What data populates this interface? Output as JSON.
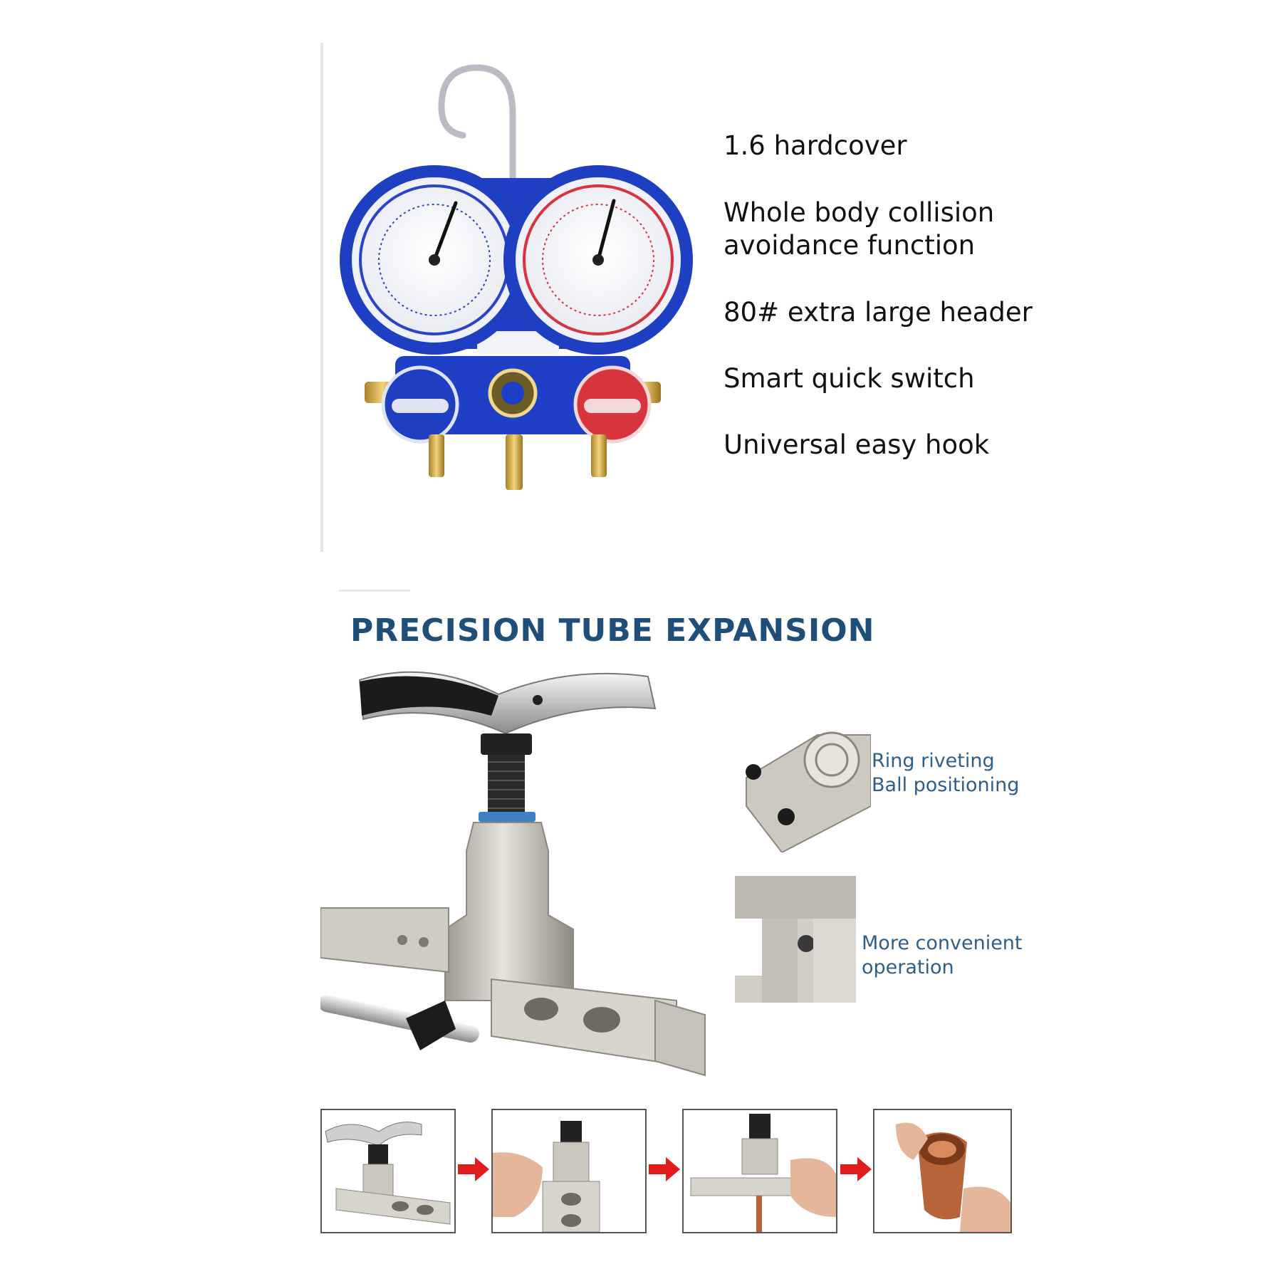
{
  "features": [
    "1.6 hardcover",
    "Whole body collision avoidance function",
    "80# extra large header",
    "Smart quick switch",
    "Universal easy hook"
  ],
  "section_title": "PRECISION TUBE EXPANSION",
  "callouts": {
    "ring": "Ring riveting\nBall positioning",
    "convenient": "More convenient\n operation"
  },
  "colors": {
    "gauge_blue": "#1e3fc2",
    "gauge_red": "#d8343e",
    "heading_blue": "#1f4e79",
    "caption_blue": "#2e5f8a",
    "arrow_red": "#e21b1b",
    "steel": "#c9c5bd",
    "copper": "#b8643a"
  }
}
